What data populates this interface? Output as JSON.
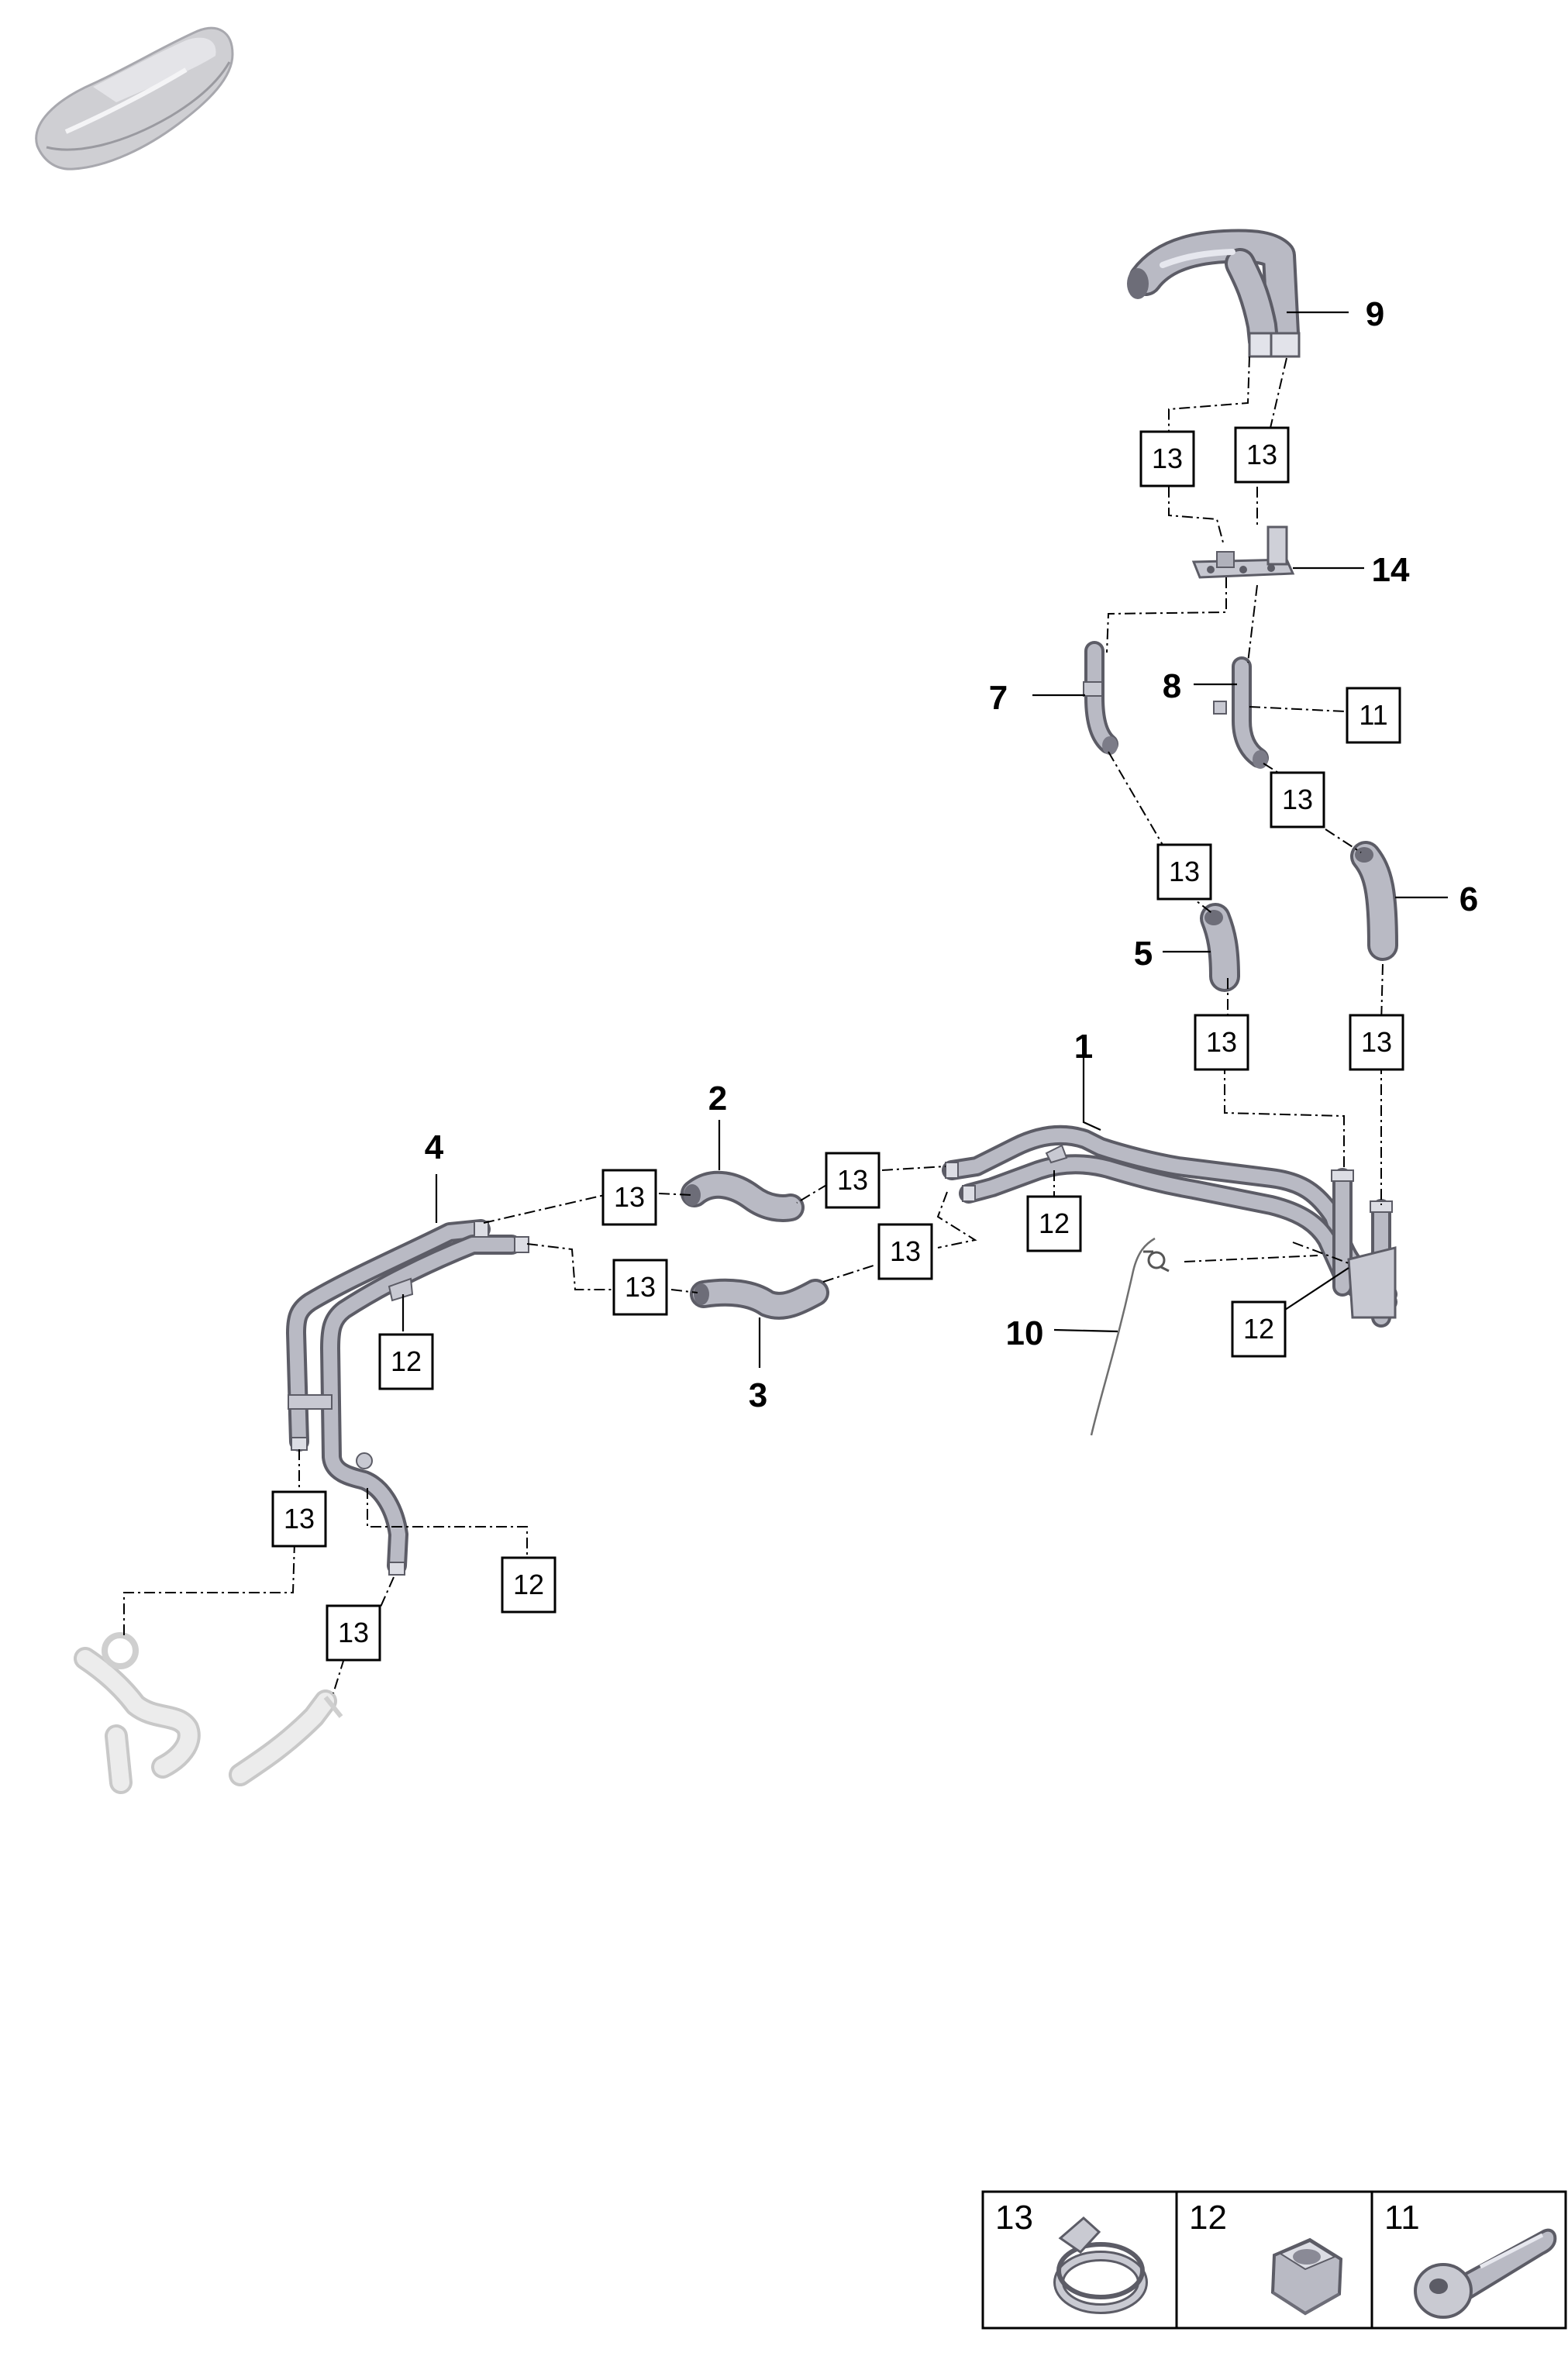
{
  "callouts": {
    "p1": "1",
    "p2": "2",
    "p3": "3",
    "p4": "4",
    "p5": "5",
    "p6": "6",
    "p7": "7",
    "p8": "8",
    "p9": "9",
    "p10": "10",
    "p14": "14"
  },
  "boxes": {
    "clamp": "13",
    "nut": "12",
    "bolt": "11"
  },
  "legend": {
    "items": [
      {
        "number": "13",
        "icon": "hose-clamp-icon"
      },
      {
        "number": "12",
        "icon": "hex-nut-icon"
      },
      {
        "number": "11",
        "icon": "bolt-icon"
      }
    ]
  },
  "colors": {
    "line": "#000000",
    "part_dark": "#5c5c66",
    "part_mid": "#b9bac4",
    "part_light": "#e6e7ee",
    "ghost": "#d6d6d6"
  }
}
